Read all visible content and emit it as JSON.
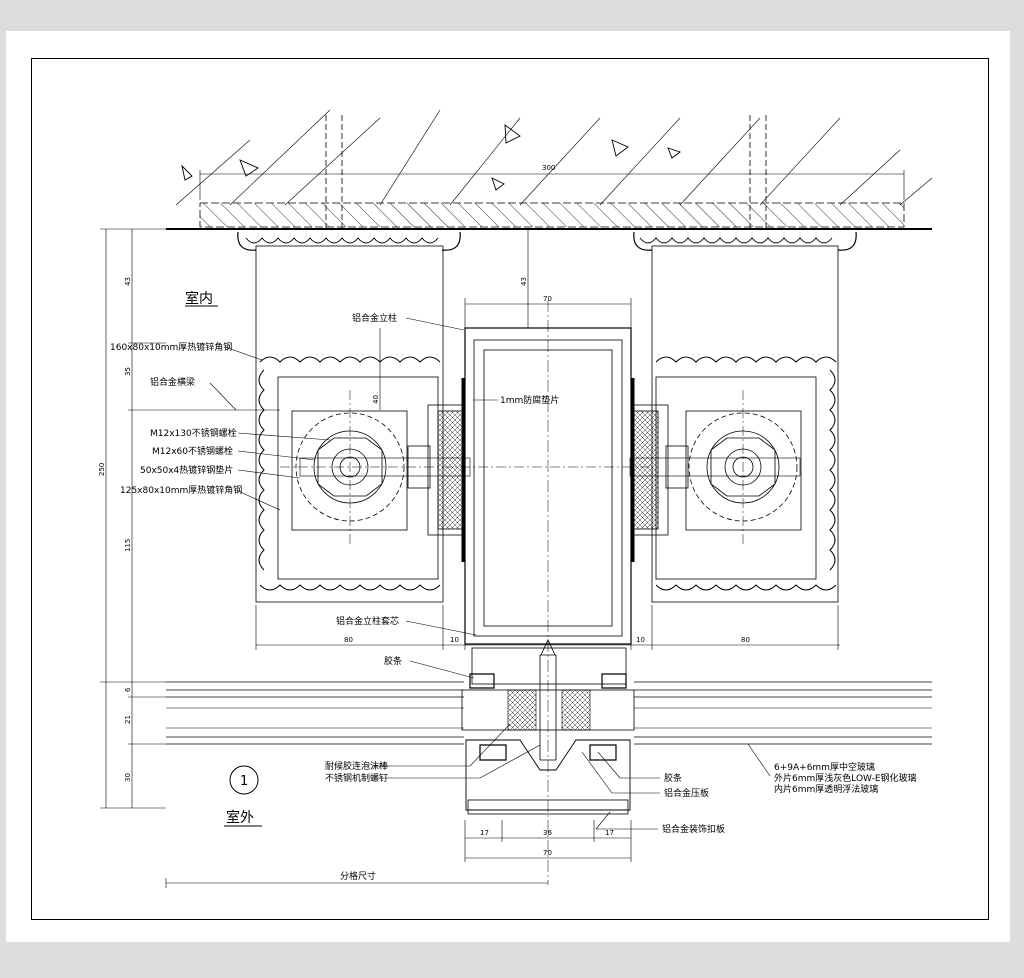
{
  "drawing": {
    "room_inside": "室内",
    "room_outside": "室外",
    "detail_number": "1",
    "labels": {
      "angle_steel_160": "160x80x10mm厚热镀锌角钢",
      "transom": "铝合金横梁",
      "bolt_m12x130": "M12x130不锈钢螺栓",
      "bolt_m12x60": "M12x60不锈钢螺栓",
      "washer": "50x50x4热镀锌钢垫片",
      "angle_steel_125": "125x80x10mm厚热镀锌角钢",
      "mullion": "铝合金立柱",
      "anticorrosion_pad": "1mm防腐垫片",
      "mullion_core": "铝合金立柱套芯",
      "rubber_strip_left": "胶条",
      "sealant_foam": "耐候胶连泡沫棒",
      "screw": "不锈钢机制螺钉",
      "rubber_strip_right": "胶条",
      "pressure_plate": "铝合金压板",
      "cover_plate": "铝合金装饰扣板",
      "glass_1": "6+9A+6mm厚中空玻璃",
      "glass_2": "外片6mm厚浅灰色LOW-E钢化玻璃",
      "glass_3": "内片6mm厚透明浮法玻璃",
      "grid_size": "分格尺寸"
    },
    "dims": {
      "d300": "300",
      "d43_left": "43",
      "d43_mid": "43",
      "d35": "35",
      "d250": "250",
      "d115": "115",
      "d6": "6",
      "d21": "21",
      "d30": "30",
      "d70_top": "70",
      "d40": "40",
      "d80_left": "80",
      "d10_left": "10",
      "d10_right": "10",
      "d80_right": "80",
      "d17_left": "17",
      "d36": "36",
      "d17_right": "17",
      "d70_bottom": "70"
    }
  }
}
